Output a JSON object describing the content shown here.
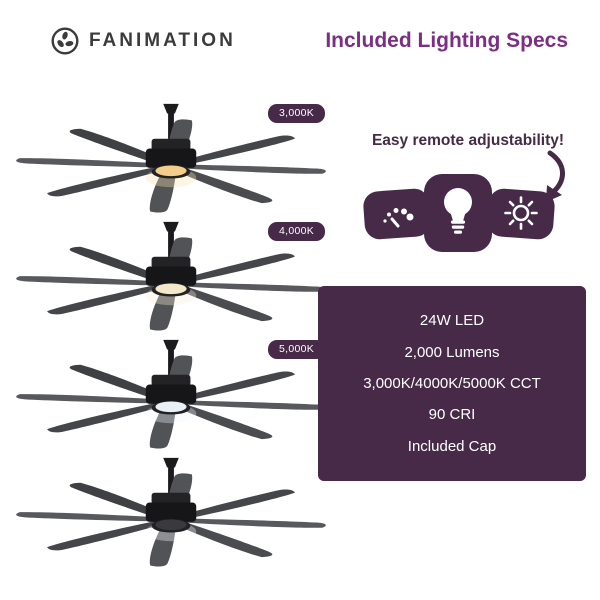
{
  "header": {
    "brand": "FANIMATION",
    "title": "Included Lighting Specs"
  },
  "remote": {
    "caption": "Easy remote adjustability!"
  },
  "fans": [
    {
      "label": "3,000K",
      "lens": "#f3cd8b",
      "glow": "#f8e2b0"
    },
    {
      "label": "4,000K",
      "lens": "#f3e8c8",
      "glow": "#f7efda"
    },
    {
      "label": "5,000K",
      "lens": "#e9f1f8",
      "glow": "#f0f6fb"
    },
    {
      "label": "",
      "lens": "#3a3a3e",
      "glow": "#ffffff"
    }
  ],
  "specs": {
    "lines": [
      "24W LED",
      "2,000 Lumens",
      "3,000K/4000K/5000K CCT",
      "90 CRI",
      "Included Cap"
    ]
  },
  "colors": {
    "title_purple": "#7c2e84",
    "plum": "#462a48",
    "blade_gray": "#4a4c50",
    "motor_black": "#161618"
  }
}
